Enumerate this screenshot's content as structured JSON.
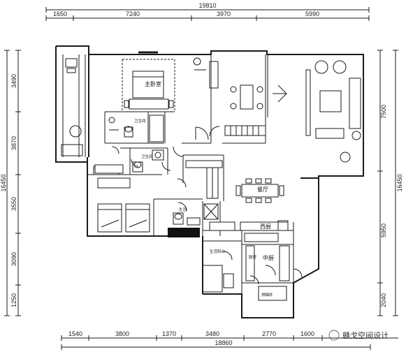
{
  "dimensions": {
    "top_total": "19810",
    "top": [
      "1650",
      "7240",
      "3970",
      "5990"
    ],
    "bottom_total": "18860",
    "bottom": [
      "1540",
      "3800",
      "1370",
      "3480",
      "2770",
      "1600"
    ],
    "left_total": "16450",
    "left": [
      "3490",
      "3870",
      "3550",
      "3090",
      "1250"
    ],
    "right_total": "16450",
    "right": [
      "7500",
      "5950",
      "2040"
    ]
  },
  "rooms": {
    "master_bedroom": "主卧室",
    "bathroom_1": "卫生间",
    "bathroom_2": "卫生间",
    "dining": "餐厅",
    "western_kitchen": "西厨",
    "chinese_kitchen": "中厨",
    "laundry_balcony": "生活阳台",
    "pantry": "厨房",
    "smoke_exhaust": "排烟井",
    "small_label": "生活"
  },
  "watermark": "赣戈空间设计",
  "colors": {
    "line": "#1a1a1a",
    "background": "#ffffff",
    "wall_fill": "#111111"
  }
}
